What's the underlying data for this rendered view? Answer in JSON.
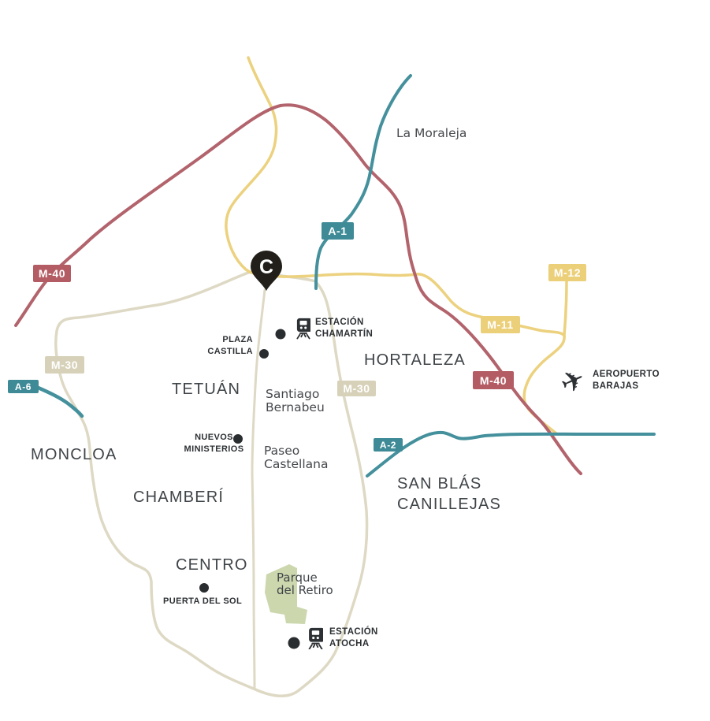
{
  "pin": {
    "letter": "C"
  },
  "badges": {
    "m40_left": "M-40",
    "m30_left": "M-30",
    "a6": "A-6",
    "a1": "A-1",
    "m30_center": "M-30",
    "m11": "M-11",
    "m12": "M-12",
    "m40_right": "M-40",
    "a2": "A-2"
  },
  "districts": {
    "la_moraleja": "La Moraleja",
    "tetuan": "TETUÁN",
    "moncloa": "MONCLOA",
    "chamberi": "CHAMBERÍ",
    "centro": "CENTRO",
    "hortaleza": "HORTALEZA",
    "san_blas_1": "SAN BLÁS",
    "san_blas_2": "CANILLEJAS"
  },
  "places": {
    "santiago_1": "Santiago",
    "santiago_2": "Bernabeu",
    "paseo_1": "Paseo",
    "paseo_2": "Castellana",
    "parque_1": "Parque",
    "parque_2": "del Retiro"
  },
  "pois": {
    "plaza_1": "PLAZA",
    "plaza_2": "CASTILLA",
    "nuevos_1": "NUEVOS",
    "nuevos_2": "MINISTERIOS",
    "puerta": "PUERTA DEL SOL"
  },
  "stations": {
    "chamartin_1": "ESTACIÓN",
    "chamartin_2": "CHAMARTÍN",
    "atocha_1": "ESTACIÓN",
    "atocha_2": "ATOCHA"
  },
  "airport": {
    "line1": "AEROPUERTO",
    "line2": "BARAJAS"
  },
  "colors": {
    "road_red": "#b2636c",
    "road_yellow": "#ecd17e",
    "road_teal": "#44909c",
    "road_ring": "#ded9c4",
    "park_green": "#ccd7ae",
    "dot_black": "#2a2d2f",
    "icon_black": "#2d3134",
    "pin_black": "#221f1a",
    "pin_letter_white": "#ffffff"
  }
}
